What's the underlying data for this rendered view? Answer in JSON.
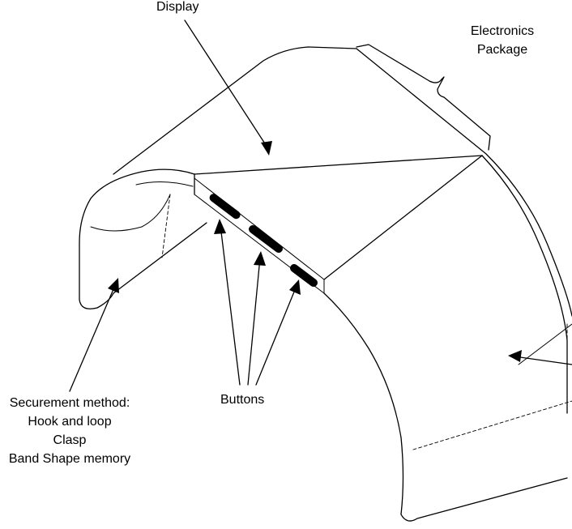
{
  "labels": {
    "display": "Display",
    "electronics_line1": "Electronics",
    "electronics_line2": "Package",
    "buttons": "Buttons",
    "securement_line1": "Securement method:",
    "securement_line2": "Hook and loop",
    "securement_line3": "Clasp",
    "securement_line4": "Band Shape memory"
  }
}
